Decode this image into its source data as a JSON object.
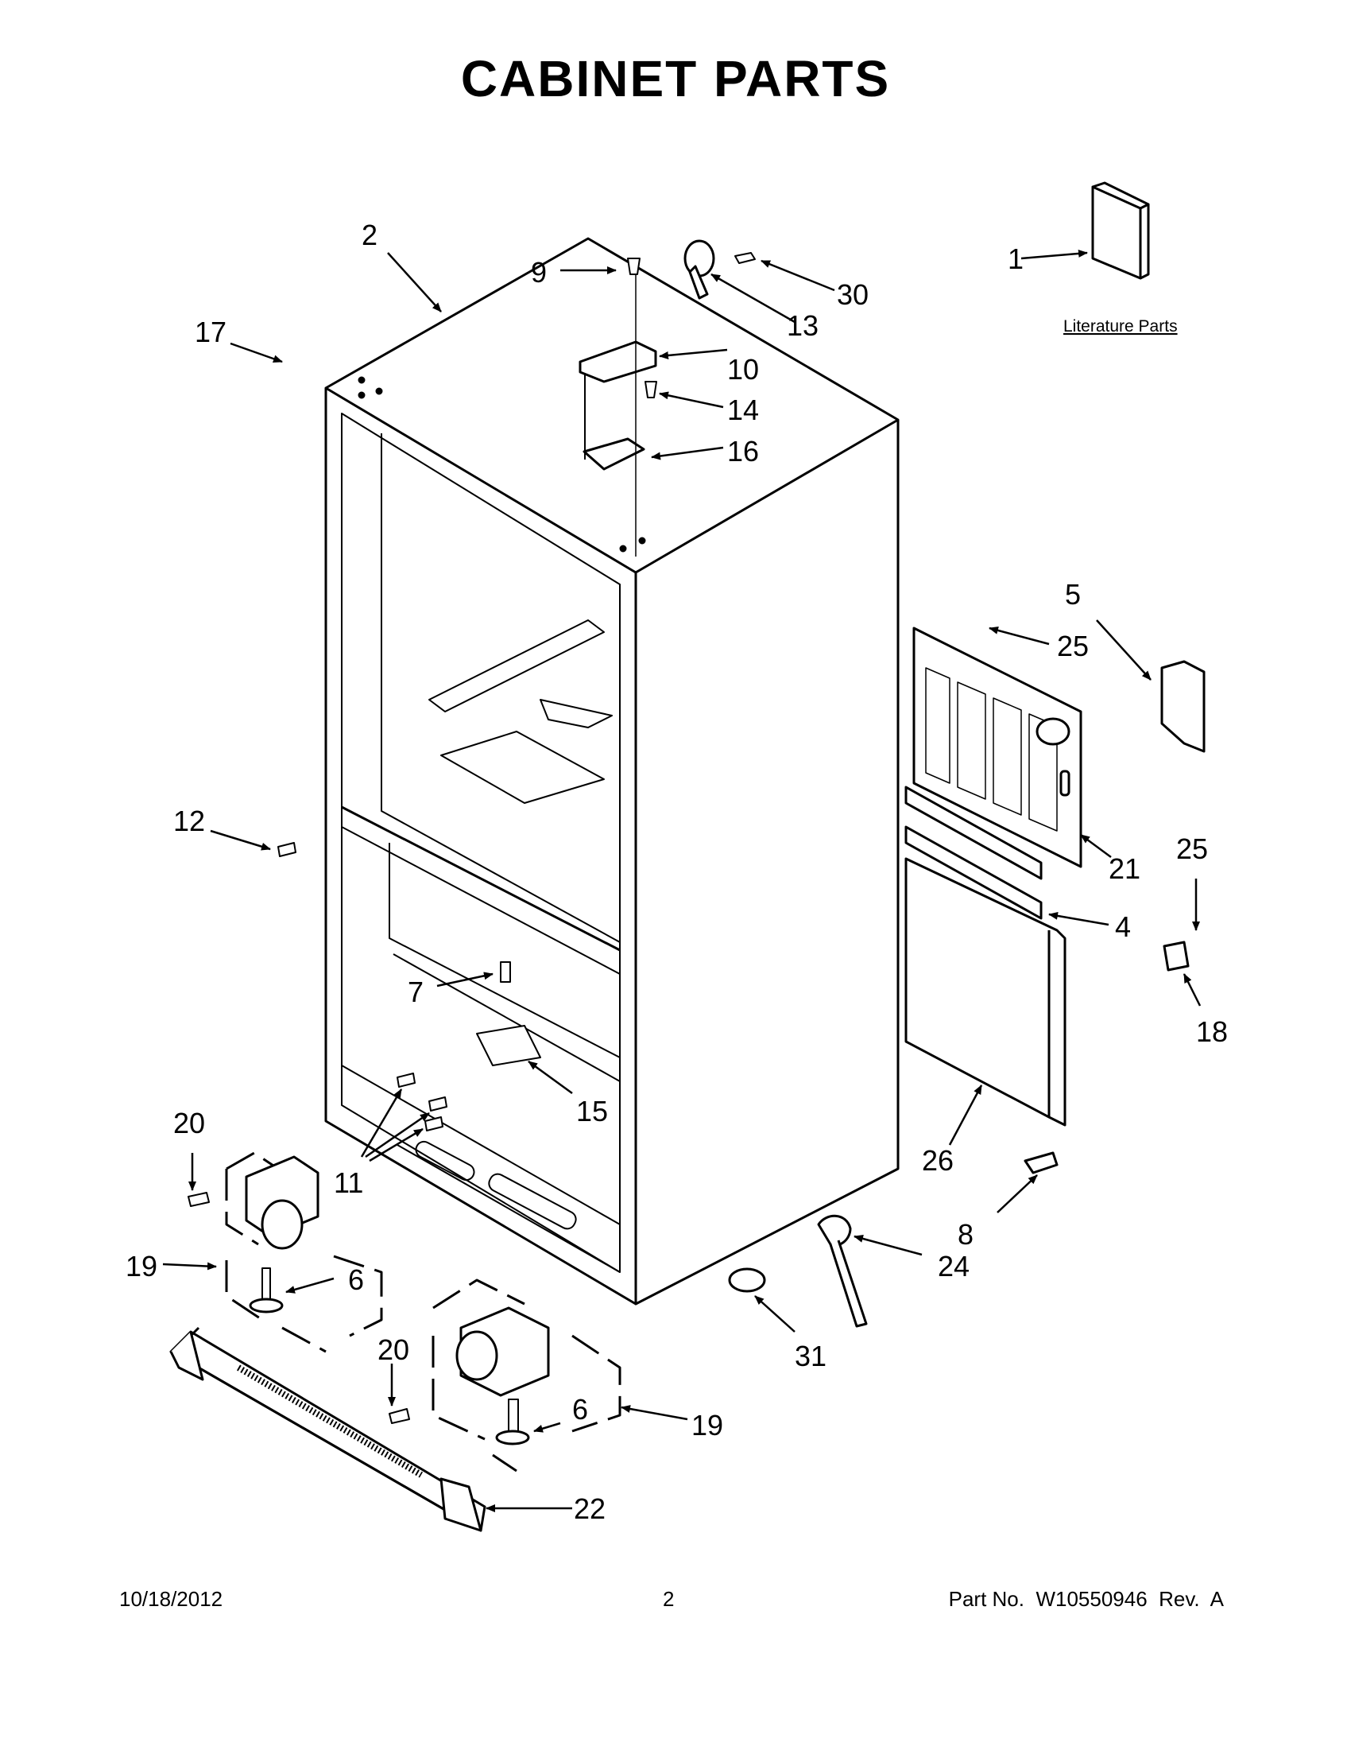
{
  "page": {
    "title": "CABINET PARTS",
    "footer": {
      "date": "10/18/2012",
      "page_number": "2",
      "part_number": "Part No.  W10550946  Rev.  A"
    }
  },
  "diagram": {
    "literature_label": "Literature Parts",
    "callouts": {
      "c1": "1",
      "c2": "2",
      "c4": "4",
      "c5": "5",
      "c6a": "6",
      "c6b": "6",
      "c7": "7",
      "c8": "8",
      "c9": "9",
      "c10": "10",
      "c11": "11",
      "c12": "12",
      "c13": "13",
      "c14": "14",
      "c15": "15",
      "c16": "16",
      "c17": "17",
      "c18": "18",
      "c19a": "19",
      "c19b": "19",
      "c20a": "20",
      "c20b": "20",
      "c21": "21",
      "c22": "22",
      "c24": "24",
      "c25a": "25",
      "c25b": "25",
      "c26": "26",
      "c30": "30",
      "c31": "31"
    }
  },
  "colors": {
    "ink": "#000000",
    "paper": "#ffffff"
  }
}
